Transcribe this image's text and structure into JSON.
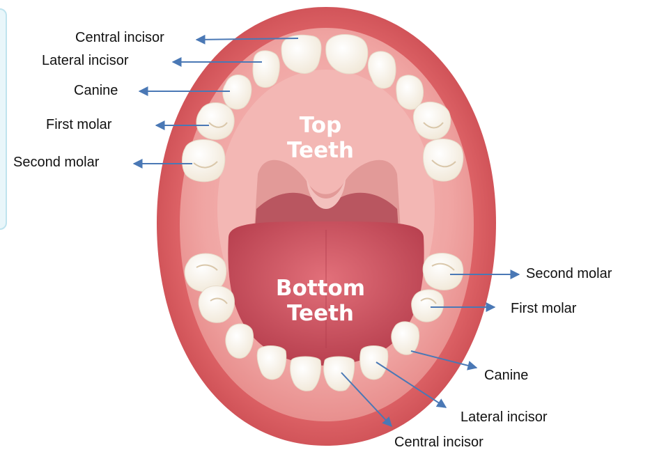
{
  "mouth": {
    "top_line1": "Top",
    "top_line2": "Teeth",
    "bottom_line1": "Bottom",
    "bottom_line2": "Teeth"
  },
  "labels": {
    "top": [
      "Central incisor",
      "Lateral incisor",
      "Canine",
      "First molar",
      "Second molar"
    ],
    "bottom": [
      "Second molar",
      "First molar",
      "Canine",
      "Lateral incisor",
      "Central incisor"
    ]
  },
  "colors": {
    "arrow": "#4a78b5",
    "lip": "#d9575c",
    "gum": "#e9898a",
    "tongue": "#c4475a",
    "tooth": "#fbf6ec"
  }
}
